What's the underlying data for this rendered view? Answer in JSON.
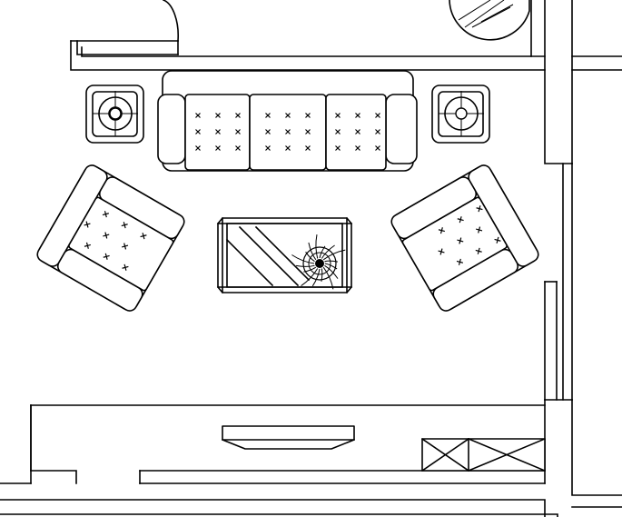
{
  "drawing": {
    "stroke_color": "#000000",
    "background_color": "#ffffff"
  },
  "symbols": [
    "sofa-three-seat",
    "armchair",
    "armchair",
    "end-table-with-lamp",
    "end-table-with-lamp",
    "coffee-table-glass",
    "plant",
    "media-console",
    "tv",
    "storage-cabinet",
    "door-swing",
    "round-table"
  ]
}
